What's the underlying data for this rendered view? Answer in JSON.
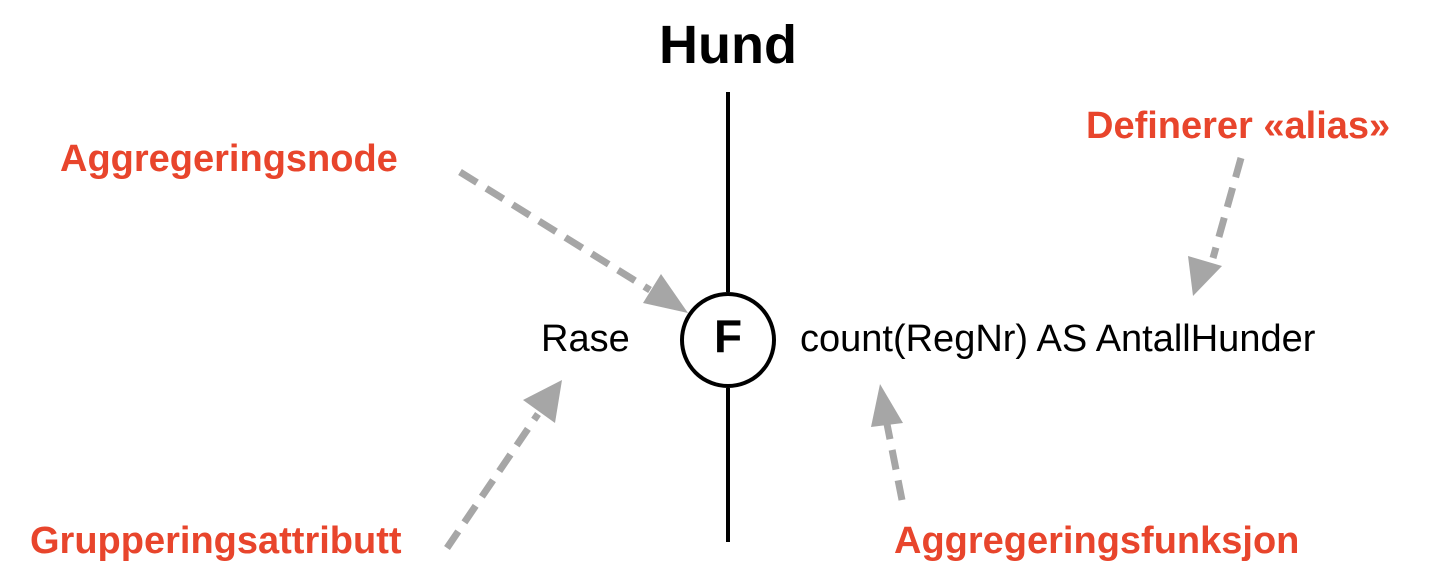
{
  "relation": {
    "name": "Hund"
  },
  "node": {
    "symbol": "F",
    "left_label": "Rase",
    "right_label": "count(RegNr) AS AntallHunder"
  },
  "annotations": {
    "aggregation_node": "Aggregeringsnode",
    "alias": "Definerer «alias»",
    "grouping_attribute": "Grupperingsattributt",
    "aggregation_function": "Aggregeringsfunksjon"
  },
  "colors": {
    "annotation_text": "#e8452c",
    "arrow": "#a6a6a6",
    "line": "#000000"
  }
}
